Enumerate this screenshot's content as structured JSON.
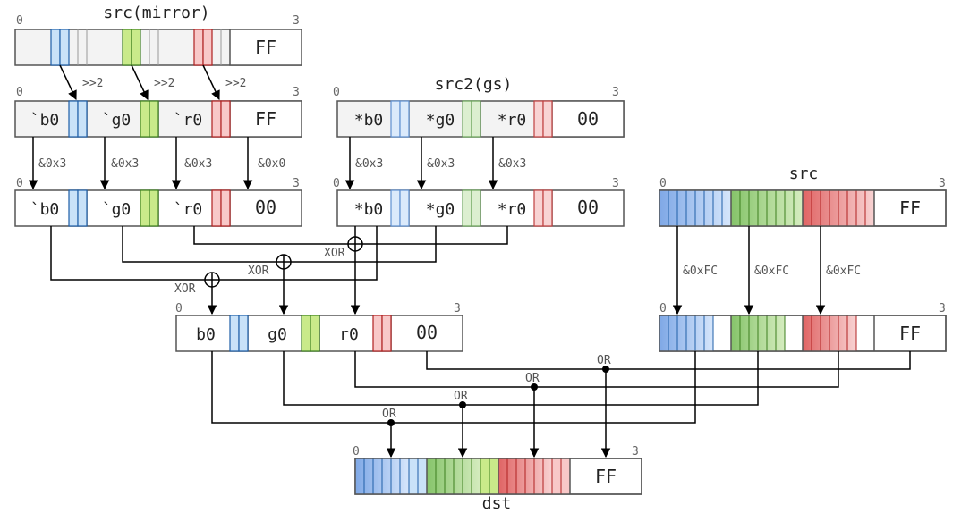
{
  "colors": {
    "blue": "#c9e2f8",
    "blue_stroke": "#1f5fa8",
    "green": "#c9ea8a",
    "green_stroke": "#3d7f1f",
    "red": "#f8c8c8",
    "red_stroke": "#b02020",
    "gray": "#f3f3f3",
    "blue_grad": [
      "#7fa8e6",
      "#d6e6fb"
    ],
    "green_grad": [
      "#86c46a",
      "#d5ecbf"
    ],
    "red_grad": [
      "#e06464",
      "#f8d3d3"
    ]
  },
  "index_labels": {
    "start": "0",
    "end": "3"
  },
  "titles": {
    "src_mirror": "src(mirror)",
    "src2_gs": "src2(gs)",
    "src": "src",
    "dst": "dst"
  },
  "fields": {
    "ff": "FF",
    "zero": "00",
    "b_tick": "`b0",
    "g_tick": "`g0",
    "r_tick": "`r0",
    "b_star": "*b0",
    "g_star": "*g0",
    "r_star": "*r0",
    "b0": "b0",
    "g0": "g0",
    "r0": "r0"
  },
  "ops": {
    "shift": ">>2",
    "mask3": "&0x3",
    "mask0": "&0x0",
    "maskfc": "&0xFC",
    "xor": "XOR",
    "or": "OR"
  }
}
